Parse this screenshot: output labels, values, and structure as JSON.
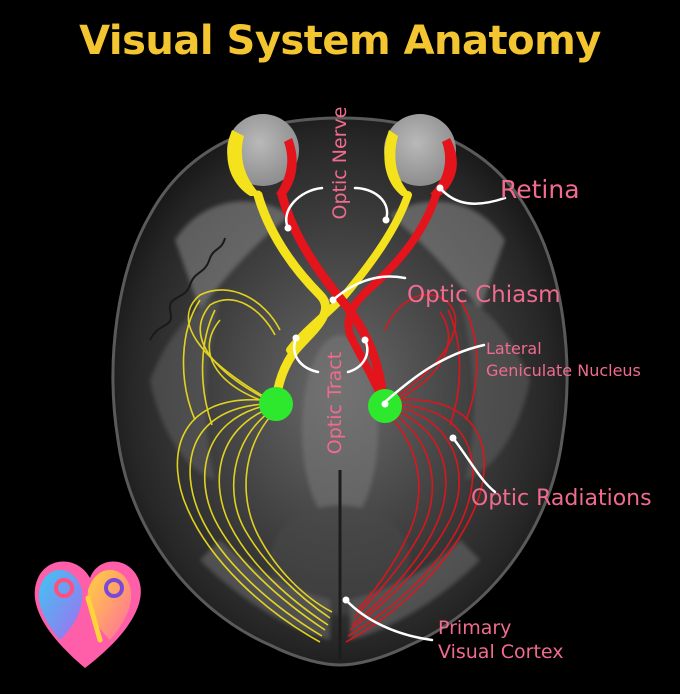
{
  "title": "Visual System Anatomy",
  "colors": {
    "title": "#f2c531",
    "label": "#f06b8e",
    "left_pathway": "#f3e21c",
    "right_pathway": "#e3141b",
    "nucleus": "#2ee82e",
    "background": "#000000"
  },
  "labels": {
    "retina": "Retina",
    "optic_nerve": "Optic Nerve",
    "optic_chiasm": "Optic Chiasm",
    "lgn_line1": "Lateral",
    "lgn_line2": "Geniculate Nucleus",
    "optic_tract": "Optic Tract",
    "optic_radiations": "Optic Radiations",
    "cortex_line1": "Primary",
    "cortex_line2": "Visual Cortex"
  },
  "icons": {
    "logo": "heart-logo-icon"
  }
}
